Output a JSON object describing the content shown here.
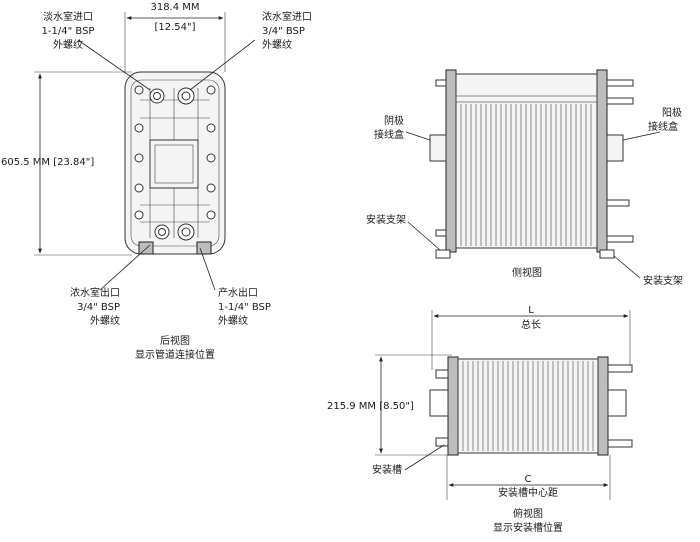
{
  "rear_view": {
    "width_dim": "318.4 MM",
    "width_dim_in": "[12.54\"]",
    "height_dim": "605.5 MM [23.84\"]",
    "dilute_inlet": {
      "line1": "淡水室进口",
      "line2": "1-1/4\" BSP",
      "line3": "外螺纹"
    },
    "conc_inlet": {
      "line1": "浓水室进口",
      "line2": "3/4\" BSP",
      "line3": "外螺纹"
    },
    "conc_outlet": {
      "line1": "浓水室出口",
      "line2": "3/4\" BSP",
      "line3": "外螺纹"
    },
    "product_outlet": {
      "line1": "产水出口",
      "line2": "1-1/4\" BSP",
      "line3": "外螺纹"
    },
    "caption1": "后视图",
    "caption2": "显示管道连接位置"
  },
  "side_view": {
    "cathode_box_1": "阴极",
    "cathode_box_2": "接线盒",
    "anode_box_1": "阳极",
    "anode_box_2": "接线盒",
    "bracket_left": "安装支架",
    "bracket_right": "安装支架",
    "caption": "侧视图"
  },
  "top_view": {
    "length_letter": "L",
    "length_label": "总长",
    "height_dim": "215.9 MM [8.50\"]",
    "slot_label": "安装槽",
    "center_letter": "C",
    "center_label": "安装槽中心距",
    "caption1": "俯视图",
    "caption2": "显示安装槽位置"
  }
}
